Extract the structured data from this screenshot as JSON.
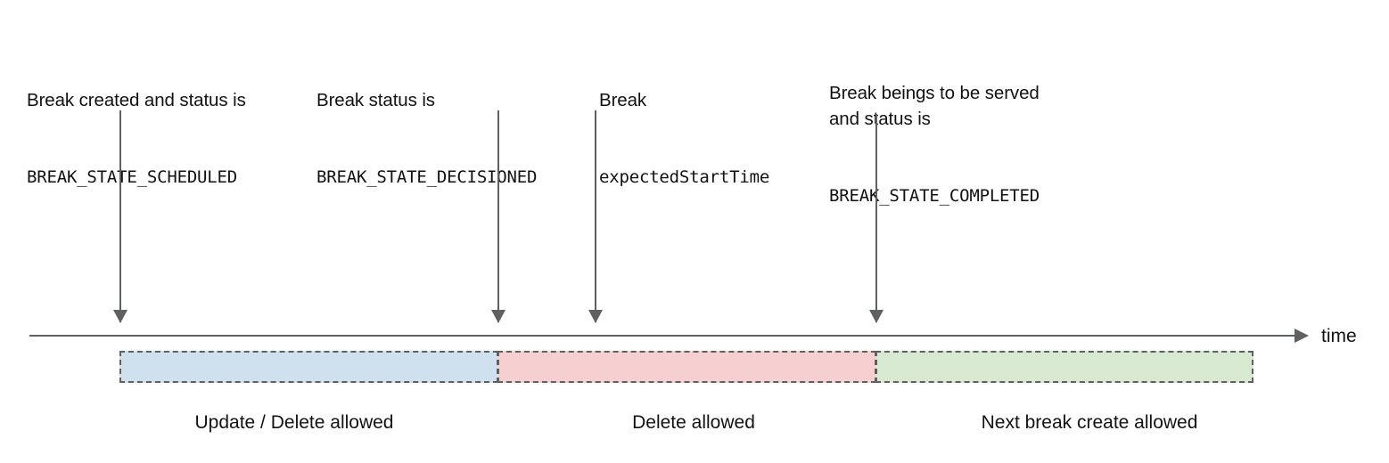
{
  "diagram": {
    "title": "Break lifecycle timeline",
    "axis": {
      "label": "time",
      "arrow_direction": "right"
    },
    "colors": {
      "bar_blue": "#cfe0ef",
      "bar_red": "#f6cfd1",
      "bar_green": "#d8e9d1",
      "stroke": "#5f6062",
      "text": "#121212",
      "background": "#ffffff"
    },
    "annotations": [
      {
        "id": "annotation-scheduled",
        "prose": "Break created and status is",
        "mono": "BREAK_STATE_SCHEDULED",
        "marker_icon": "down-arrow-icon"
      },
      {
        "id": "annotation-decisioned",
        "prose": "Break status is",
        "mono": "BREAK_STATE_DECISIONED",
        "marker_icon": "down-arrow-icon"
      },
      {
        "id": "annotation-expected-start",
        "prose": "Break",
        "mono": "expectedStartTime",
        "marker_icon": "down-arrow-icon"
      },
      {
        "id": "annotation-completed",
        "prose": "Break beings to be served\nand status is",
        "mono": "BREAK_STATE_COMPLETED",
        "marker_icon": "down-arrow-icon"
      }
    ],
    "phases": [
      {
        "id": "phase-update-delete",
        "caption": "Update / Delete allowed",
        "color": "#cfe0ef"
      },
      {
        "id": "phase-delete",
        "caption": "Delete allowed",
        "color": "#f6cfd1"
      },
      {
        "id": "phase-next-break",
        "caption": "Next break create allowed",
        "color": "#d8e9d1"
      }
    ]
  }
}
